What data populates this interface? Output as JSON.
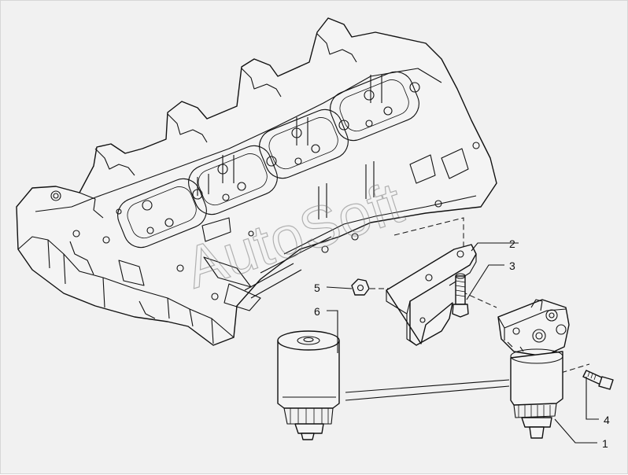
{
  "watermark": "AutoSoft",
  "callouts": [
    {
      "id": "1",
      "label": "1"
    },
    {
      "id": "2",
      "label": "2"
    },
    {
      "id": "3",
      "label": "3"
    },
    {
      "id": "4",
      "label": "4"
    },
    {
      "id": "5",
      "label": "5"
    },
    {
      "id": "6",
      "label": "6"
    }
  ],
  "colors": {
    "background": "#f1f1f1",
    "line": "#111111",
    "watermark": "#7a7a7a"
  }
}
